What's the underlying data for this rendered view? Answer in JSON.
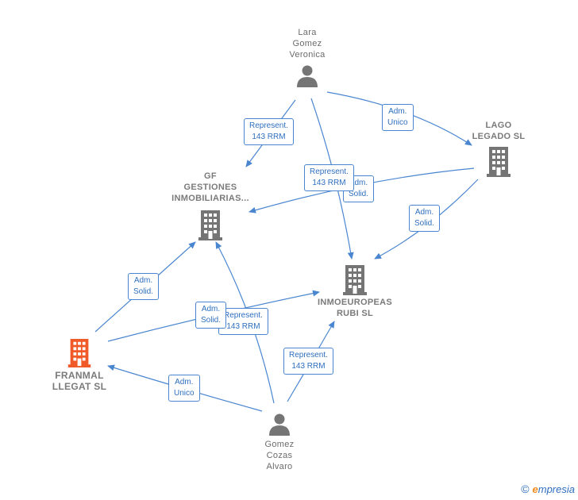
{
  "nodes": {
    "lara": {
      "label": "Lara\nGomez\nVeronica",
      "type": "person"
    },
    "lago": {
      "label": "LAGO\nLEGADO  SL",
      "type": "company"
    },
    "gf": {
      "label": "GF\nGESTIONES\nINMOBILIARIAS...",
      "type": "company"
    },
    "inmo": {
      "label": "INMOEUROPEAS\nRUBI  SL",
      "type": "company"
    },
    "franmal": {
      "label": "FRANMAL\nLLEGAT  SL",
      "type": "company",
      "focus": true
    },
    "gomez": {
      "label": "Gomez\nCozas\nAlvaro",
      "type": "person"
    }
  },
  "edge_labels": {
    "lara_gf": "Represent.\n143 RRM",
    "lara_lago": "Adm.\nUnico",
    "lara_inmo": "Represent.\n143 RRM",
    "lago_gf": "Adm.\nSolid.",
    "lago_inmo": "Adm.\nSolid.",
    "franmal_gf": "Adm.\nSolid.",
    "franmal_inmo": "Adm.\nSolid.",
    "gomez_gf": "Represent.\n143 RRM",
    "gomez_inmo": "Represent.\n143 RRM",
    "gomez_franmal": "Adm.\nUnico"
  },
  "colors": {
    "edge": "#4a86d0",
    "node_icon": "#757575",
    "focus_icon": "#f05a28"
  },
  "brand": {
    "copyright": "©",
    "name_initial": "e",
    "name_rest": "mpresia"
  }
}
